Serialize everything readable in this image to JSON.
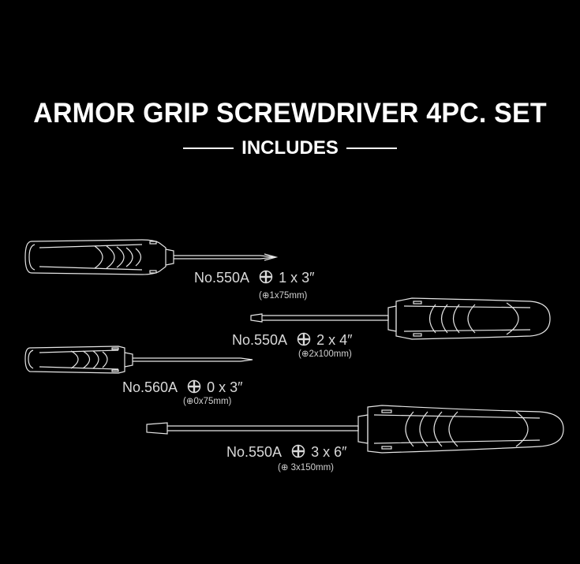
{
  "header": {
    "title": "ARMOR GRIP SCREWDRIVER 4PC. SET",
    "subtitle": "INCLUDES"
  },
  "items": [
    {
      "model": "No.550A",
      "size": "1 x 3″",
      "metric": "(⊕1x75mm)",
      "tip_icon": "phillips-icon"
    },
    {
      "model": "No.550A",
      "size": "2 x 4″",
      "metric": "(⊕2x100mm)",
      "tip_icon": "phillips-icon"
    },
    {
      "model": "No.560A",
      "size": "0 x 3″",
      "metric": "(⊕0x75mm)",
      "tip_icon": "phillips-icon"
    },
    {
      "model": "No.550A",
      "size": "3 x 6″",
      "metric": "(⊕ 3x150mm)",
      "tip_icon": "phillips-icon"
    }
  ],
  "colors": {
    "background": "#000000",
    "text": "#ffffff",
    "line_art": "#e6e6e6"
  }
}
